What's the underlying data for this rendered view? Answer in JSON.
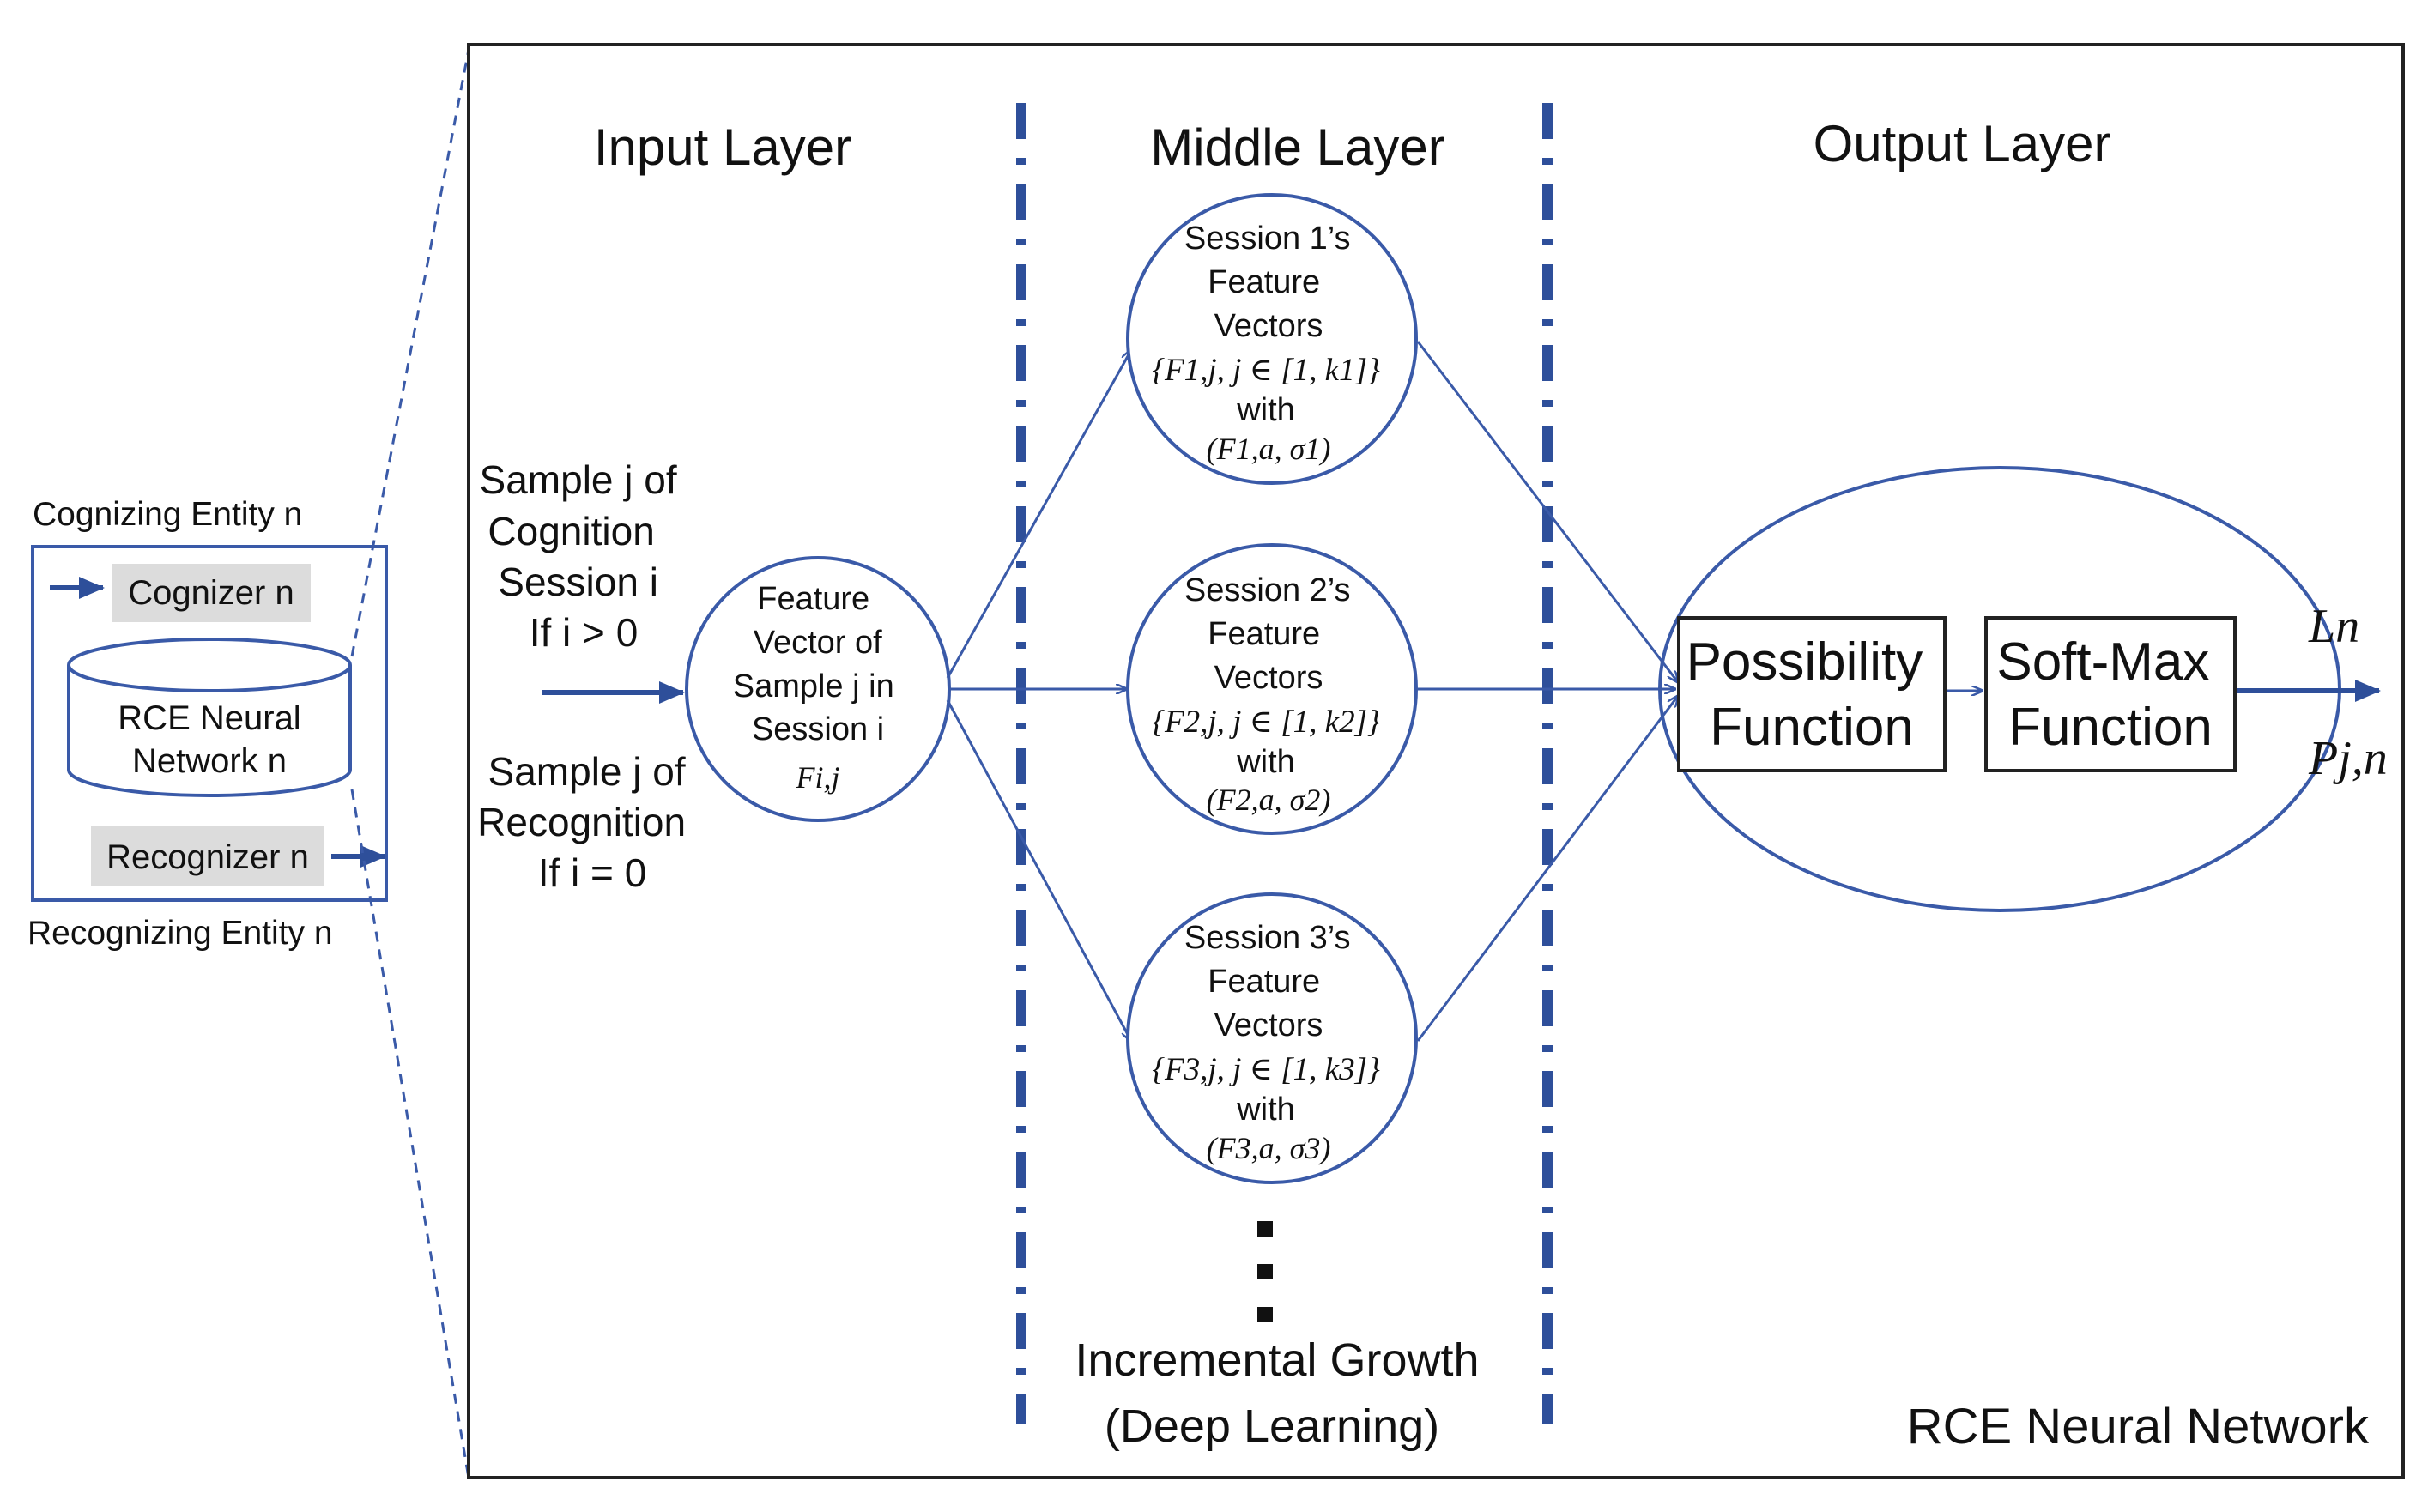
{
  "left_panel": {
    "cognizing_entity_label": "Cognizing Entity n",
    "cognizer_label": "Cognizer n",
    "rce_label_line1": "RCE Neural",
    "rce_label_line2": "Network n",
    "recognizer_label": "Recognizer n",
    "recognizing_entity_label": "Recognizing Entity n"
  },
  "layers": {
    "input": "Input Layer",
    "middle": "Middle Layer",
    "output": "Output Layer"
  },
  "inputs": {
    "cognition": [
      "Sample j of",
      "Cognition",
      "Session i",
      "If i > 0"
    ],
    "recognition": [
      "Sample j of",
      "Recognition",
      "If i = 0"
    ]
  },
  "feature_node": {
    "lines": [
      "Feature",
      "Vector of",
      "Sample j in",
      "Session i"
    ],
    "math": "Fi,j"
  },
  "sessions": [
    {
      "lines": [
        "Session 1’s",
        "Feature",
        "Vectors"
      ],
      "set": "{F1,j, j ∈ [1, k1]}",
      "with": "with",
      "params": "(F1,a, σ1)"
    },
    {
      "lines": [
        "Session 2’s",
        "Feature",
        "Vectors"
      ],
      "set": "{F2,j, j ∈ [1, k2]}",
      "with": "with",
      "params": "(F2,a, σ2)"
    },
    {
      "lines": [
        "Session 3’s",
        "Feature",
        "Vectors"
      ],
      "set": "{F3,j, j ∈ [1, k3]}",
      "with": "with",
      "params": "(F3,a, σ3)"
    }
  ],
  "growth": [
    "Incremental Growth",
    "(Deep Learning)"
  ],
  "output": {
    "possibility": [
      "Possibility",
      "Function"
    ],
    "softmax": [
      "Soft-Max",
      "Function"
    ],
    "L": "Ln",
    "P": "Pj,n"
  },
  "network_label": "RCE Neural Network",
  "colors": {
    "blue": "#2e4f9a",
    "line": "#3a5aa8",
    "gray": "#dcdcdc",
    "frame": "#222222"
  }
}
